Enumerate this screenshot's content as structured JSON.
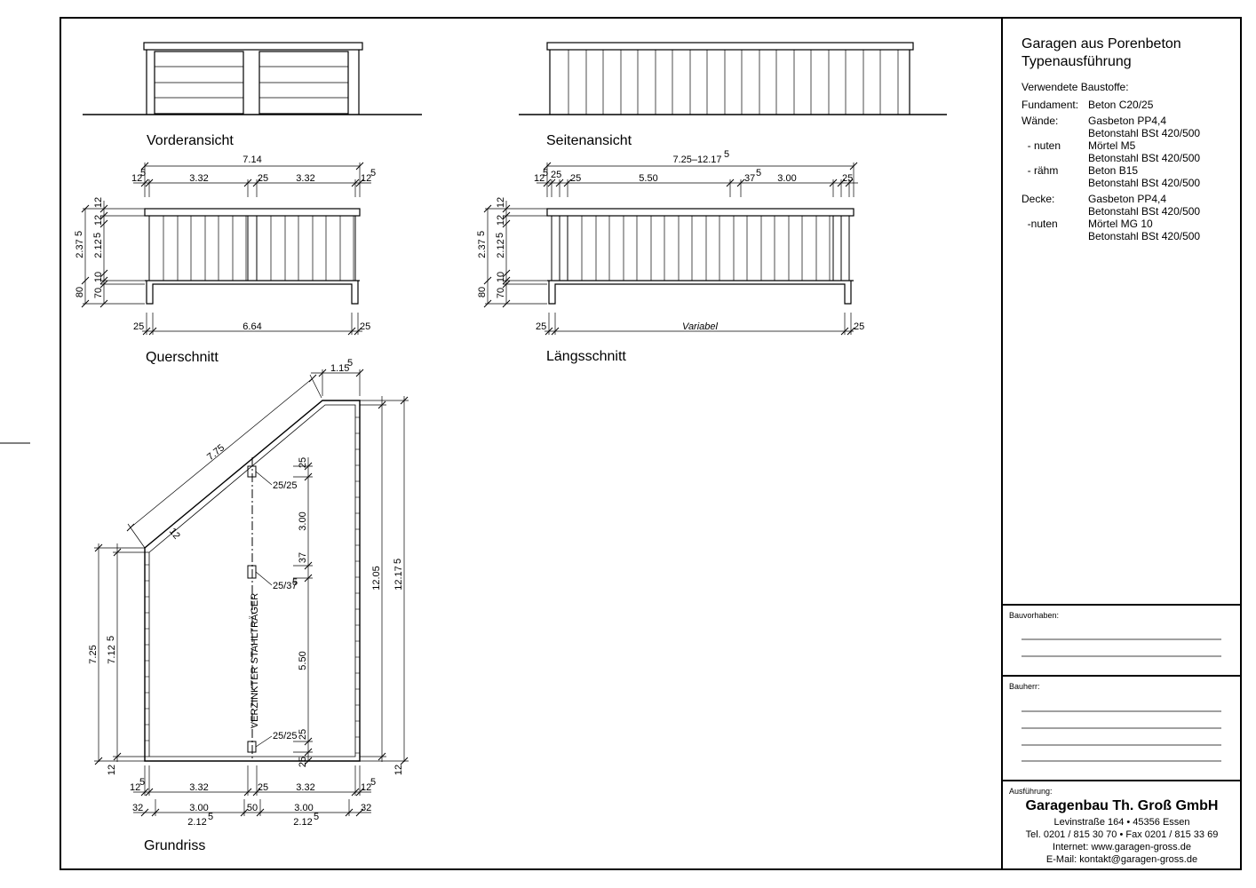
{
  "views": {
    "vorderansicht": "Vorderansicht",
    "seitenansicht": "Seitenansicht",
    "querschnitt": "Querschnitt",
    "laengsschnitt": "Längsschnitt",
    "grundriss": "Grundriss"
  },
  "dims": {
    "front_total": "7.14",
    "front_half": "3.32",
    "front_mid": "25",
    "edge_base": "12",
    "sup5": "5",
    "bottom_total": "6.64",
    "bottom_side": "25",
    "h_total": "2.37",
    "h_inner": "2.12",
    "h_10": "10",
    "h_70": "70",
    "h_80": "80",
    "long_total": "7.25–12.17",
    "long_25": "25",
    "long_550": "5.50",
    "long_37": "37",
    "long_300": "3.00",
    "variabel": "Variabel",
    "diag_775": "7.75",
    "top_115": "1.15",
    "post_2525": "25/25",
    "post_2537": "25/37",
    "right_1205": "12.05",
    "right_1217": "12.17",
    "left_725": "7.25",
    "left_712": "7.12",
    "seg_300": "3.00",
    "seg_550": "5.50",
    "seg_25": "25",
    "seg_37": "37",
    "beam_label": "VERZINKTER STAHLTRÄGER",
    "plan_32": "32",
    "plan_300": "3.00",
    "plan_50": "50",
    "plan_212": "2.12"
  },
  "titleblock": {
    "title_line1": "Garagen aus Porenbeton",
    "title_line2": "Typenausführung",
    "materials_heading": "Verwendete Baustoffe:",
    "materials": [
      {
        "key": "Fundament:",
        "value": "Beton C20/25"
      },
      {
        "key": "Wände:",
        "value": "Gasbeton PP4,4"
      },
      {
        "key": "",
        "value": "Betonstahl BSt 420/500"
      },
      {
        "key": "  - nuten",
        "value": "Mörtel M5"
      },
      {
        "key": "",
        "value": "Betonstahl BSt 420/500"
      },
      {
        "key": "  - rähm",
        "value": "Beton B15"
      },
      {
        "key": "",
        "value": "Betonstahl BSt 420/500"
      },
      {
        "key": "Decke:",
        "value": "Gasbeton PP4,4"
      },
      {
        "key": "",
        "value": "Betonstahl BSt 420/500"
      },
      {
        "key": "  -nuten",
        "value": "Mörtel MG 10"
      },
      {
        "key": "",
        "value": "Betonstahl BSt 420/500"
      }
    ],
    "bauvorhaben": "Bauvorhaben:",
    "bauherr": "Bauherr:",
    "ausfuehrung": "Ausführung:",
    "company": "Garagenbau Th. Groß GmbH",
    "address": "Levinstraße 164 • 45356 Essen",
    "phone": "Tel. 0201 / 815 30 70 • Fax 0201 / 815 33 69",
    "internet": "Internet: www.garagen-gross.de",
    "email": "E-Mail: kontakt@garagen-gross.de"
  }
}
